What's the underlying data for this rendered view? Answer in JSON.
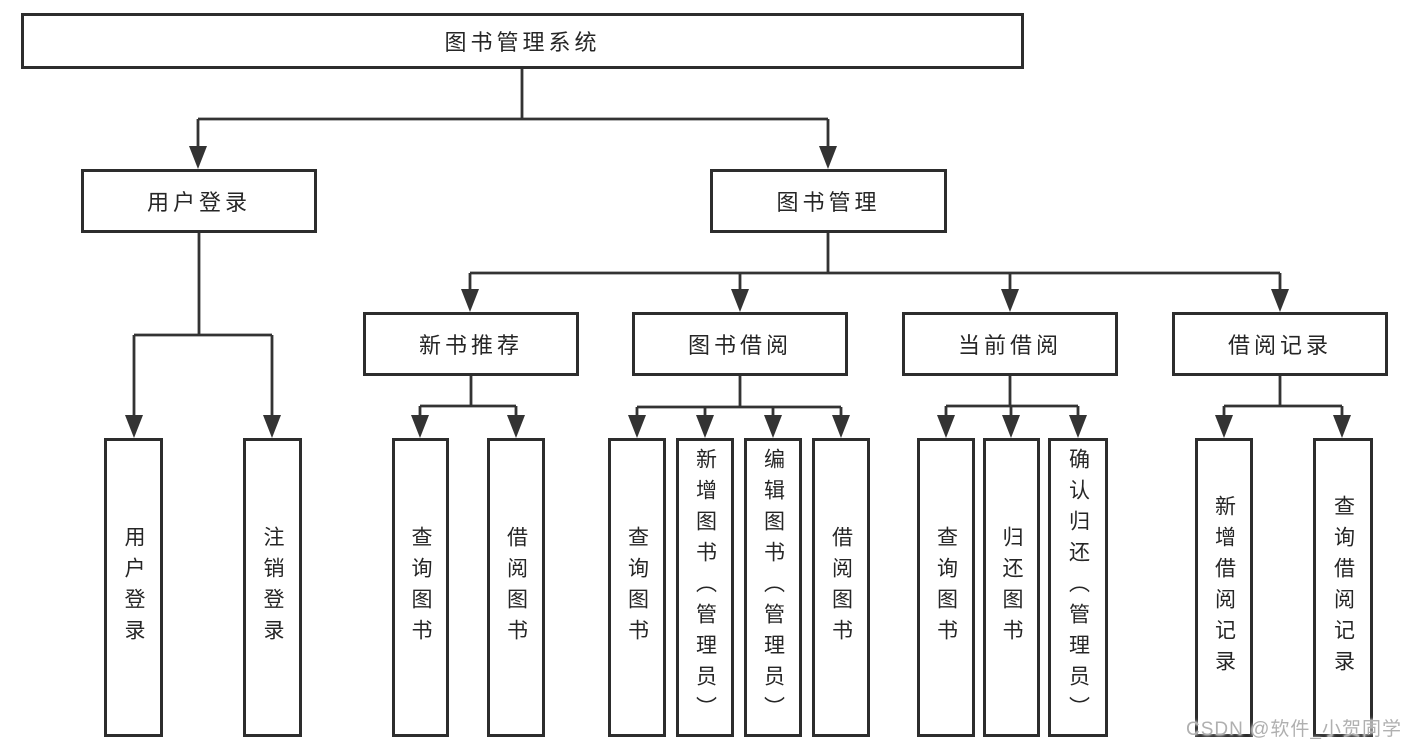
{
  "diagram": {
    "root": {
      "label": "图书管理系统"
    },
    "branches": [
      {
        "label": "用户登录",
        "children": [
          {
            "label": "用户登录"
          },
          {
            "label": "注销登录"
          }
        ]
      },
      {
        "label": "图书管理",
        "children": [
          {
            "label": "新书推荐",
            "children": [
              {
                "label": "查询图书"
              },
              {
                "label": "借阅图书"
              }
            ]
          },
          {
            "label": "图书借阅",
            "children": [
              {
                "label": "查询图书"
              },
              {
                "label": "新增图书（管理员）"
              },
              {
                "label": "编辑图书（管理员）"
              },
              {
                "label": "借阅图书"
              }
            ]
          },
          {
            "label": "当前借阅",
            "children": [
              {
                "label": "查询图书"
              },
              {
                "label": "归还图书"
              },
              {
                "label": "确认归还（管理员）"
              }
            ]
          },
          {
            "label": "借阅记录",
            "children": [
              {
                "label": "新增借阅记录"
              },
              {
                "label": "查询借阅记录"
              }
            ]
          }
        ]
      }
    ]
  },
  "watermark": {
    "text": "CSDN @软件_小贺同学"
  },
  "colors": {
    "line": "#333333",
    "box_border": "#2d2d2d",
    "box_fill": "#ffffff",
    "text": "#262626",
    "watermark": "#b0b0b0"
  }
}
